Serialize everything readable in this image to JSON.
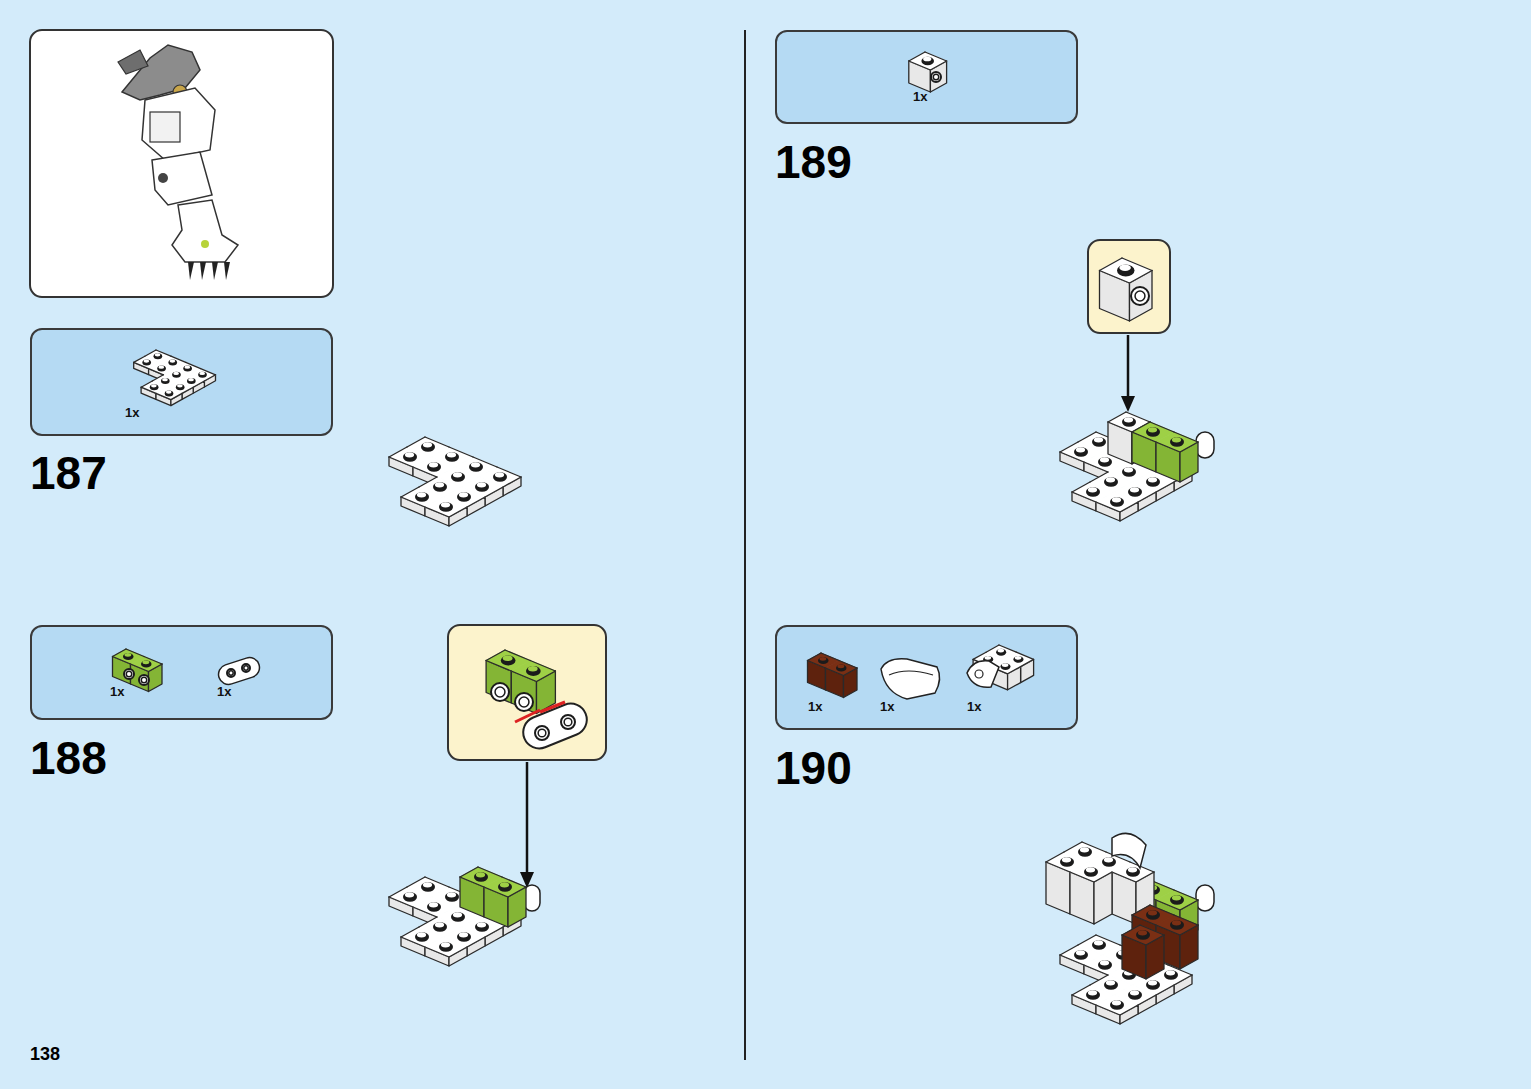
{
  "diagram": {
    "nodes": [
      {
        "text": [
          "1x"
        ]
      },
      {
        "text": [
          "1x",
          "1x"
        ]
      },
      {
        "text": [
          "1x"
        ]
      },
      {
        "text": [
          "1x",
          "1x",
          "1x"
        ]
      }
    ],
    "labels": [
      "187",
      "188",
      "189",
      "190",
      "138"
    ]
  }
}
